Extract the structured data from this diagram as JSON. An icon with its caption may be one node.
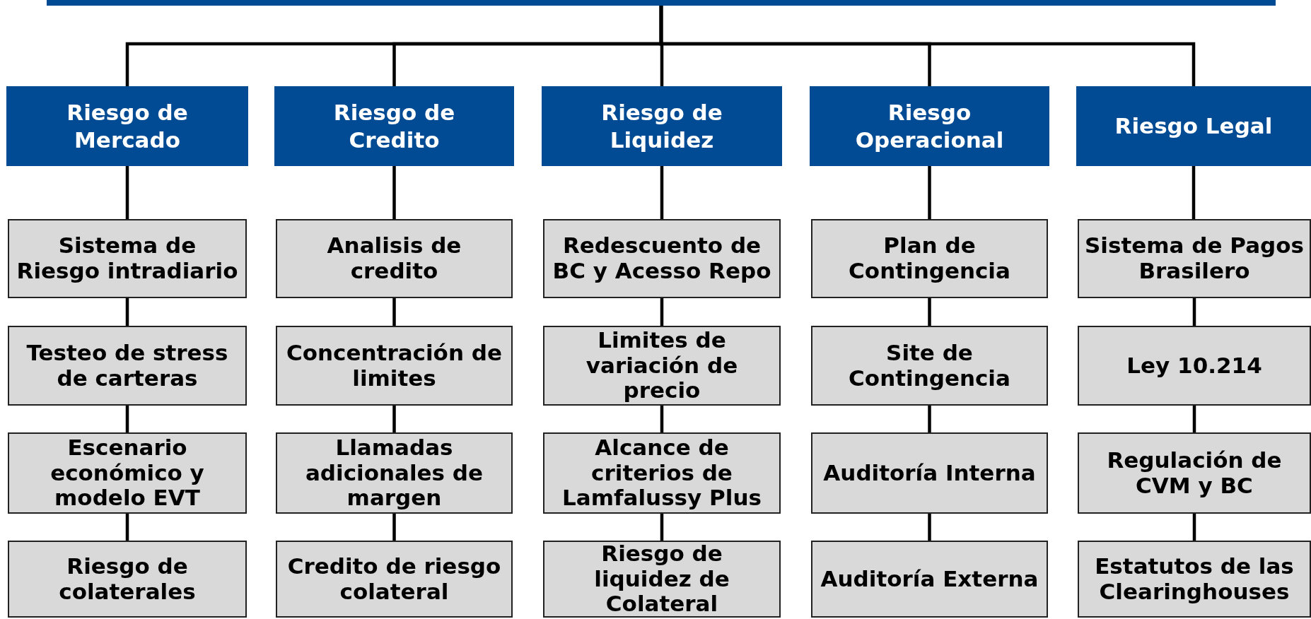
{
  "diagram": {
    "nodes": [
      {
        "text": [],
        "shape": "bar"
      },
      {
        "text": [
          "Riesgo de Mercado"
        ]
      },
      {
        "text": [
          "Riesgo de Credito"
        ]
      },
      {
        "text": [
          "Riesgo de Liquidez"
        ]
      },
      {
        "text": [
          "Riesgo Operacional"
        ]
      },
      {
        "text": [
          "Riesgo Legal"
        ]
      },
      {
        "text": [
          "Sistema de Riesgo intradiario"
        ]
      },
      {
        "text": [
          "Testeo de stress de carteras"
        ]
      },
      {
        "text": [
          "Escenario económico y modelo EVT"
        ]
      },
      {
        "text": [
          "Riesgo de colaterales"
        ]
      },
      {
        "text": [
          "Analisis de credito"
        ]
      },
      {
        "text": [
          "Concentración de limites"
        ]
      },
      {
        "text": [
          "Llamadas adicionales de margen"
        ]
      },
      {
        "text": [
          "Credito de riesgo colateral"
        ]
      },
      {
        "text": [
          "Redescuento de BC y Acesso Repo"
        ]
      },
      {
        "text": [
          "Limites de variación de precio"
        ]
      },
      {
        "text": [
          "Alcance de criterios de Lamfalussy Plus"
        ]
      },
      {
        "text": [
          "Riesgo de liquidez de Colateral"
        ]
      },
      {
        "text": [
          "Plan de Contingencia"
        ]
      },
      {
        "text": [
          "Site de Contingencia"
        ]
      },
      {
        "text": [
          "Auditoría Interna"
        ]
      },
      {
        "text": [
          "Auditoría Externa"
        ]
      },
      {
        "text": [
          "Sistema de Pagos Brasilero"
        ]
      },
      {
        "text": [
          "Ley 10.214"
        ]
      },
      {
        "text": [
          "Regulación de CVM y BC"
        ]
      },
      {
        "text": [
          "Estatutos de las Clearinghouses"
        ]
      }
    ],
    "edges": [
      {
        "from": 0,
        "to": 1,
        "arrow": "none"
      },
      {
        "from": 0,
        "to": 2,
        "arrow": "none"
      },
      {
        "from": 0,
        "to": 3,
        "arrow": "none"
      },
      {
        "from": 0,
        "to": 4,
        "arrow": "none"
      },
      {
        "from": 0,
        "to": 5,
        "arrow": "none"
      },
      {
        "from": 1,
        "to": 6,
        "arrow": "none"
      },
      {
        "from": 6,
        "to": 7,
        "arrow": "none"
      },
      {
        "from": 7,
        "to": 8,
        "arrow": "none"
      },
      {
        "from": 8,
        "to": 9,
        "arrow": "none"
      },
      {
        "from": 2,
        "to": 10,
        "arrow": "none"
      },
      {
        "from": 10,
        "to": 11,
        "arrow": "none"
      },
      {
        "from": 11,
        "to": 12,
        "arrow": "none"
      },
      {
        "from": 12,
        "to": 13,
        "arrow": "none"
      },
      {
        "from": 3,
        "to": 14,
        "arrow": "none"
      },
      {
        "from": 14,
        "to": 15,
        "arrow": "none"
      },
      {
        "from": 15,
        "to": 16,
        "arrow": "none"
      },
      {
        "from": 16,
        "to": 17,
        "arrow": "none"
      },
      {
        "from": 4,
        "to": 18,
        "arrow": "none"
      },
      {
        "from": 18,
        "to": 19,
        "arrow": "none"
      },
      {
        "from": 19,
        "to": 20,
        "arrow": "none"
      },
      {
        "from": 20,
        "to": 21,
        "arrow": "none"
      },
      {
        "from": 5,
        "to": 22,
        "arrow": "none"
      },
      {
        "from": 22,
        "to": 23,
        "arrow": "none"
      },
      {
        "from": 23,
        "to": 24,
        "arrow": "none"
      },
      {
        "from": 24,
        "to": 25,
        "arrow": "none"
      }
    ]
  }
}
